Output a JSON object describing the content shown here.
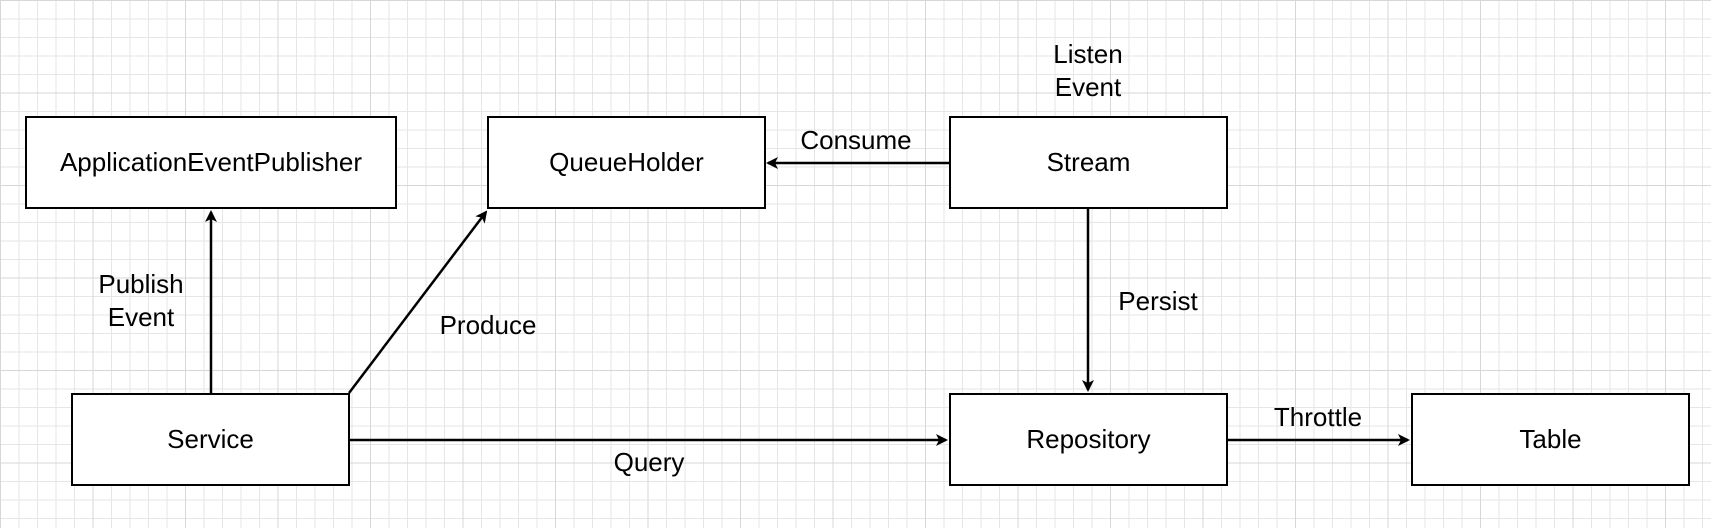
{
  "diagram": {
    "nodes": {
      "publisher": "ApplicationEventPublisher",
      "queue_holder": "QueueHolder",
      "stream": "Stream",
      "service": "Service",
      "repository": "Repository",
      "table": "Table"
    },
    "edges": {
      "publish": "Publish\nEvent",
      "produce": "Produce",
      "consume": "Consume",
      "persist": "Persist",
      "query": "Query",
      "throttle": "Throttle",
      "listen": "Listen\nEvent"
    },
    "colors": {
      "stroke": "#000000",
      "grid": "#e6e6e6",
      "background": "#ffffff"
    }
  }
}
